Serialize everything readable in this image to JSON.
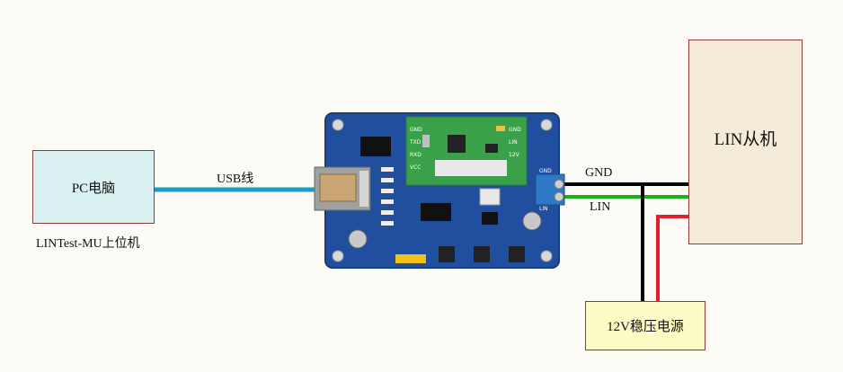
{
  "pc_box": {
    "label": "PC电脑",
    "caption": "LINTest-MU上位机"
  },
  "cable": {
    "label": "USB线",
    "color": "#1a9fc4"
  },
  "slave": {
    "label": "LIN从机"
  },
  "power_supply": {
    "label": "12V稳压电源"
  },
  "wires": {
    "gnd_label": "GND",
    "lin_label": "LIN",
    "gnd_color": "#000000",
    "lin_color": "#18b318",
    "power_color": "#e0202a"
  },
  "board": {
    "pcb_color": "#1f4f9e",
    "module_color": "#3aa04a",
    "module_pins": [
      "GND",
      "TXD",
      "RXD",
      "VCC"
    ],
    "module_pins_right": [
      "GND",
      "LIN",
      "12V"
    ],
    "terminal_labels": [
      "GND",
      "LIN"
    ]
  }
}
